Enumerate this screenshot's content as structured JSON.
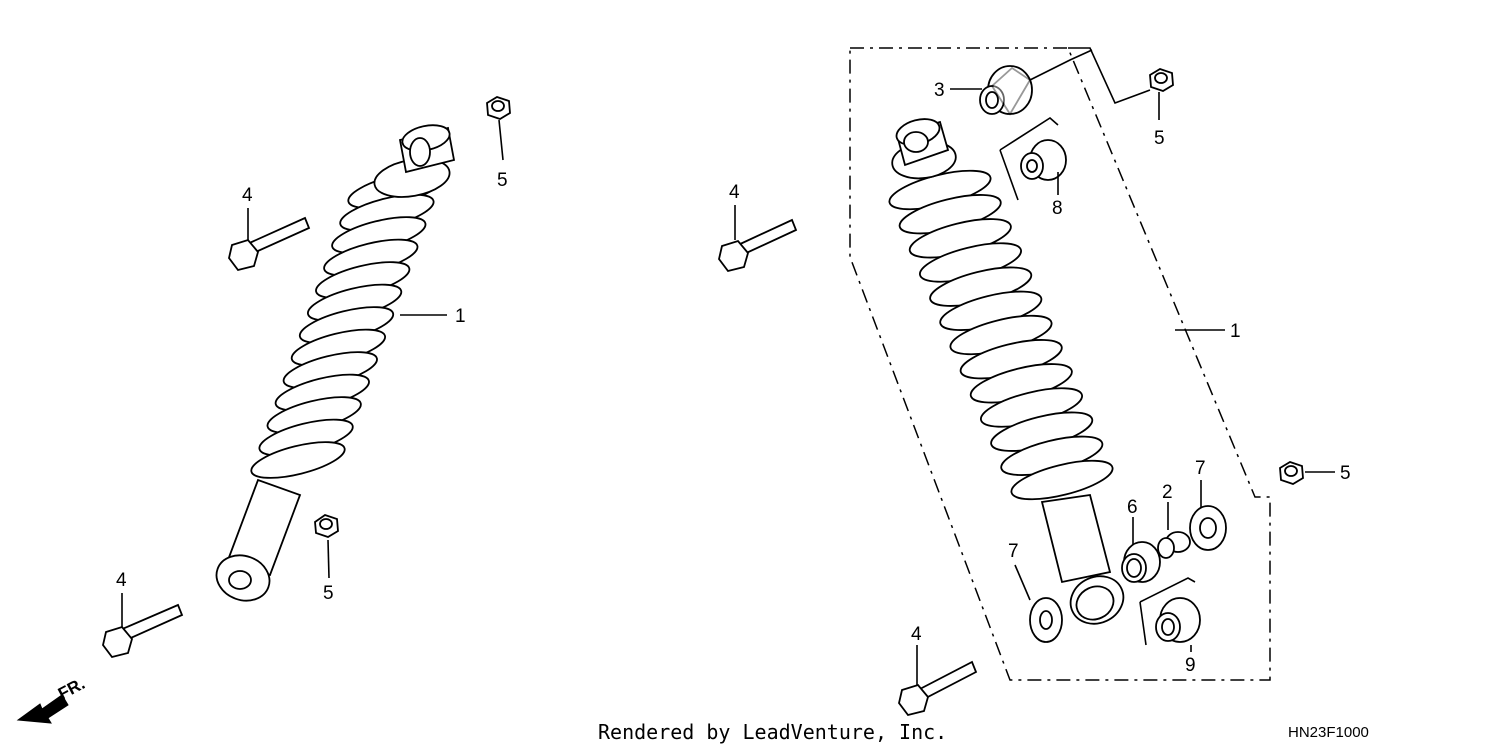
{
  "callouts": {
    "left_1": "1",
    "left_4_top": "4",
    "left_4_bottom": "4",
    "left_5_top": "5",
    "left_5_bottom": "5",
    "right_1": "1",
    "right_2": "2",
    "right_3": "3",
    "right_4_top": "4",
    "right_4_bottom": "4",
    "right_5_top": "5",
    "right_5_right": "5",
    "right_6": "6",
    "right_7_left": "7",
    "right_7_right": "7",
    "right_8": "8",
    "right_9": "9"
  },
  "direction_label": "FR.",
  "footer_text": "Rendered by LeadVenture, Inc.",
  "diagram_code": "HN23F1000"
}
